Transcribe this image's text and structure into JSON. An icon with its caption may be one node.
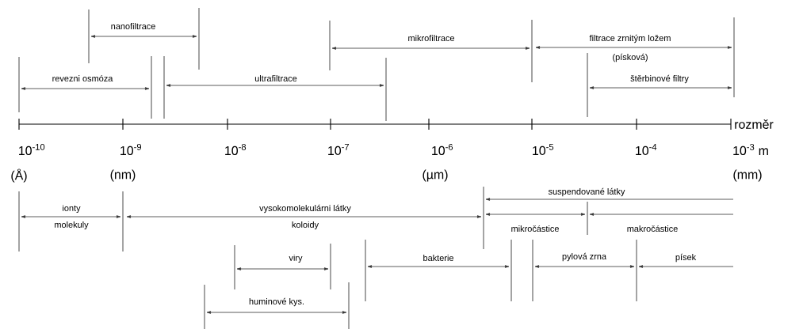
{
  "diagram": {
    "labels": [
      "nanofiltrace",
      "mikrofiltrace",
      "filtrace zrnitým ložem",
      "(písková)",
      "revezni osmóza",
      "ultrafiltrace",
      "štěrbinové filtry",
      "rozměr",
      "10$^{-10}$",
      "10$^{-9}$",
      "10$^{-8}$",
      "10$^{-7}$",
      "10$^{-6}$",
      "10$^{-5}$",
      "10$^{-4}$",
      "10$^{-3}$ m",
      "(Å)",
      "(nm)",
      "(µm)",
      "(mm)",
      "suspendované látky",
      "ionty",
      "vysokomolekulárni látky",
      "molekuly",
      "koloidy",
      "mikročástice",
      "makročástice",
      "viry",
      "bakterie",
      "pylová zrna",
      "písek",
      "huminové kys."
    ]
  }
}
